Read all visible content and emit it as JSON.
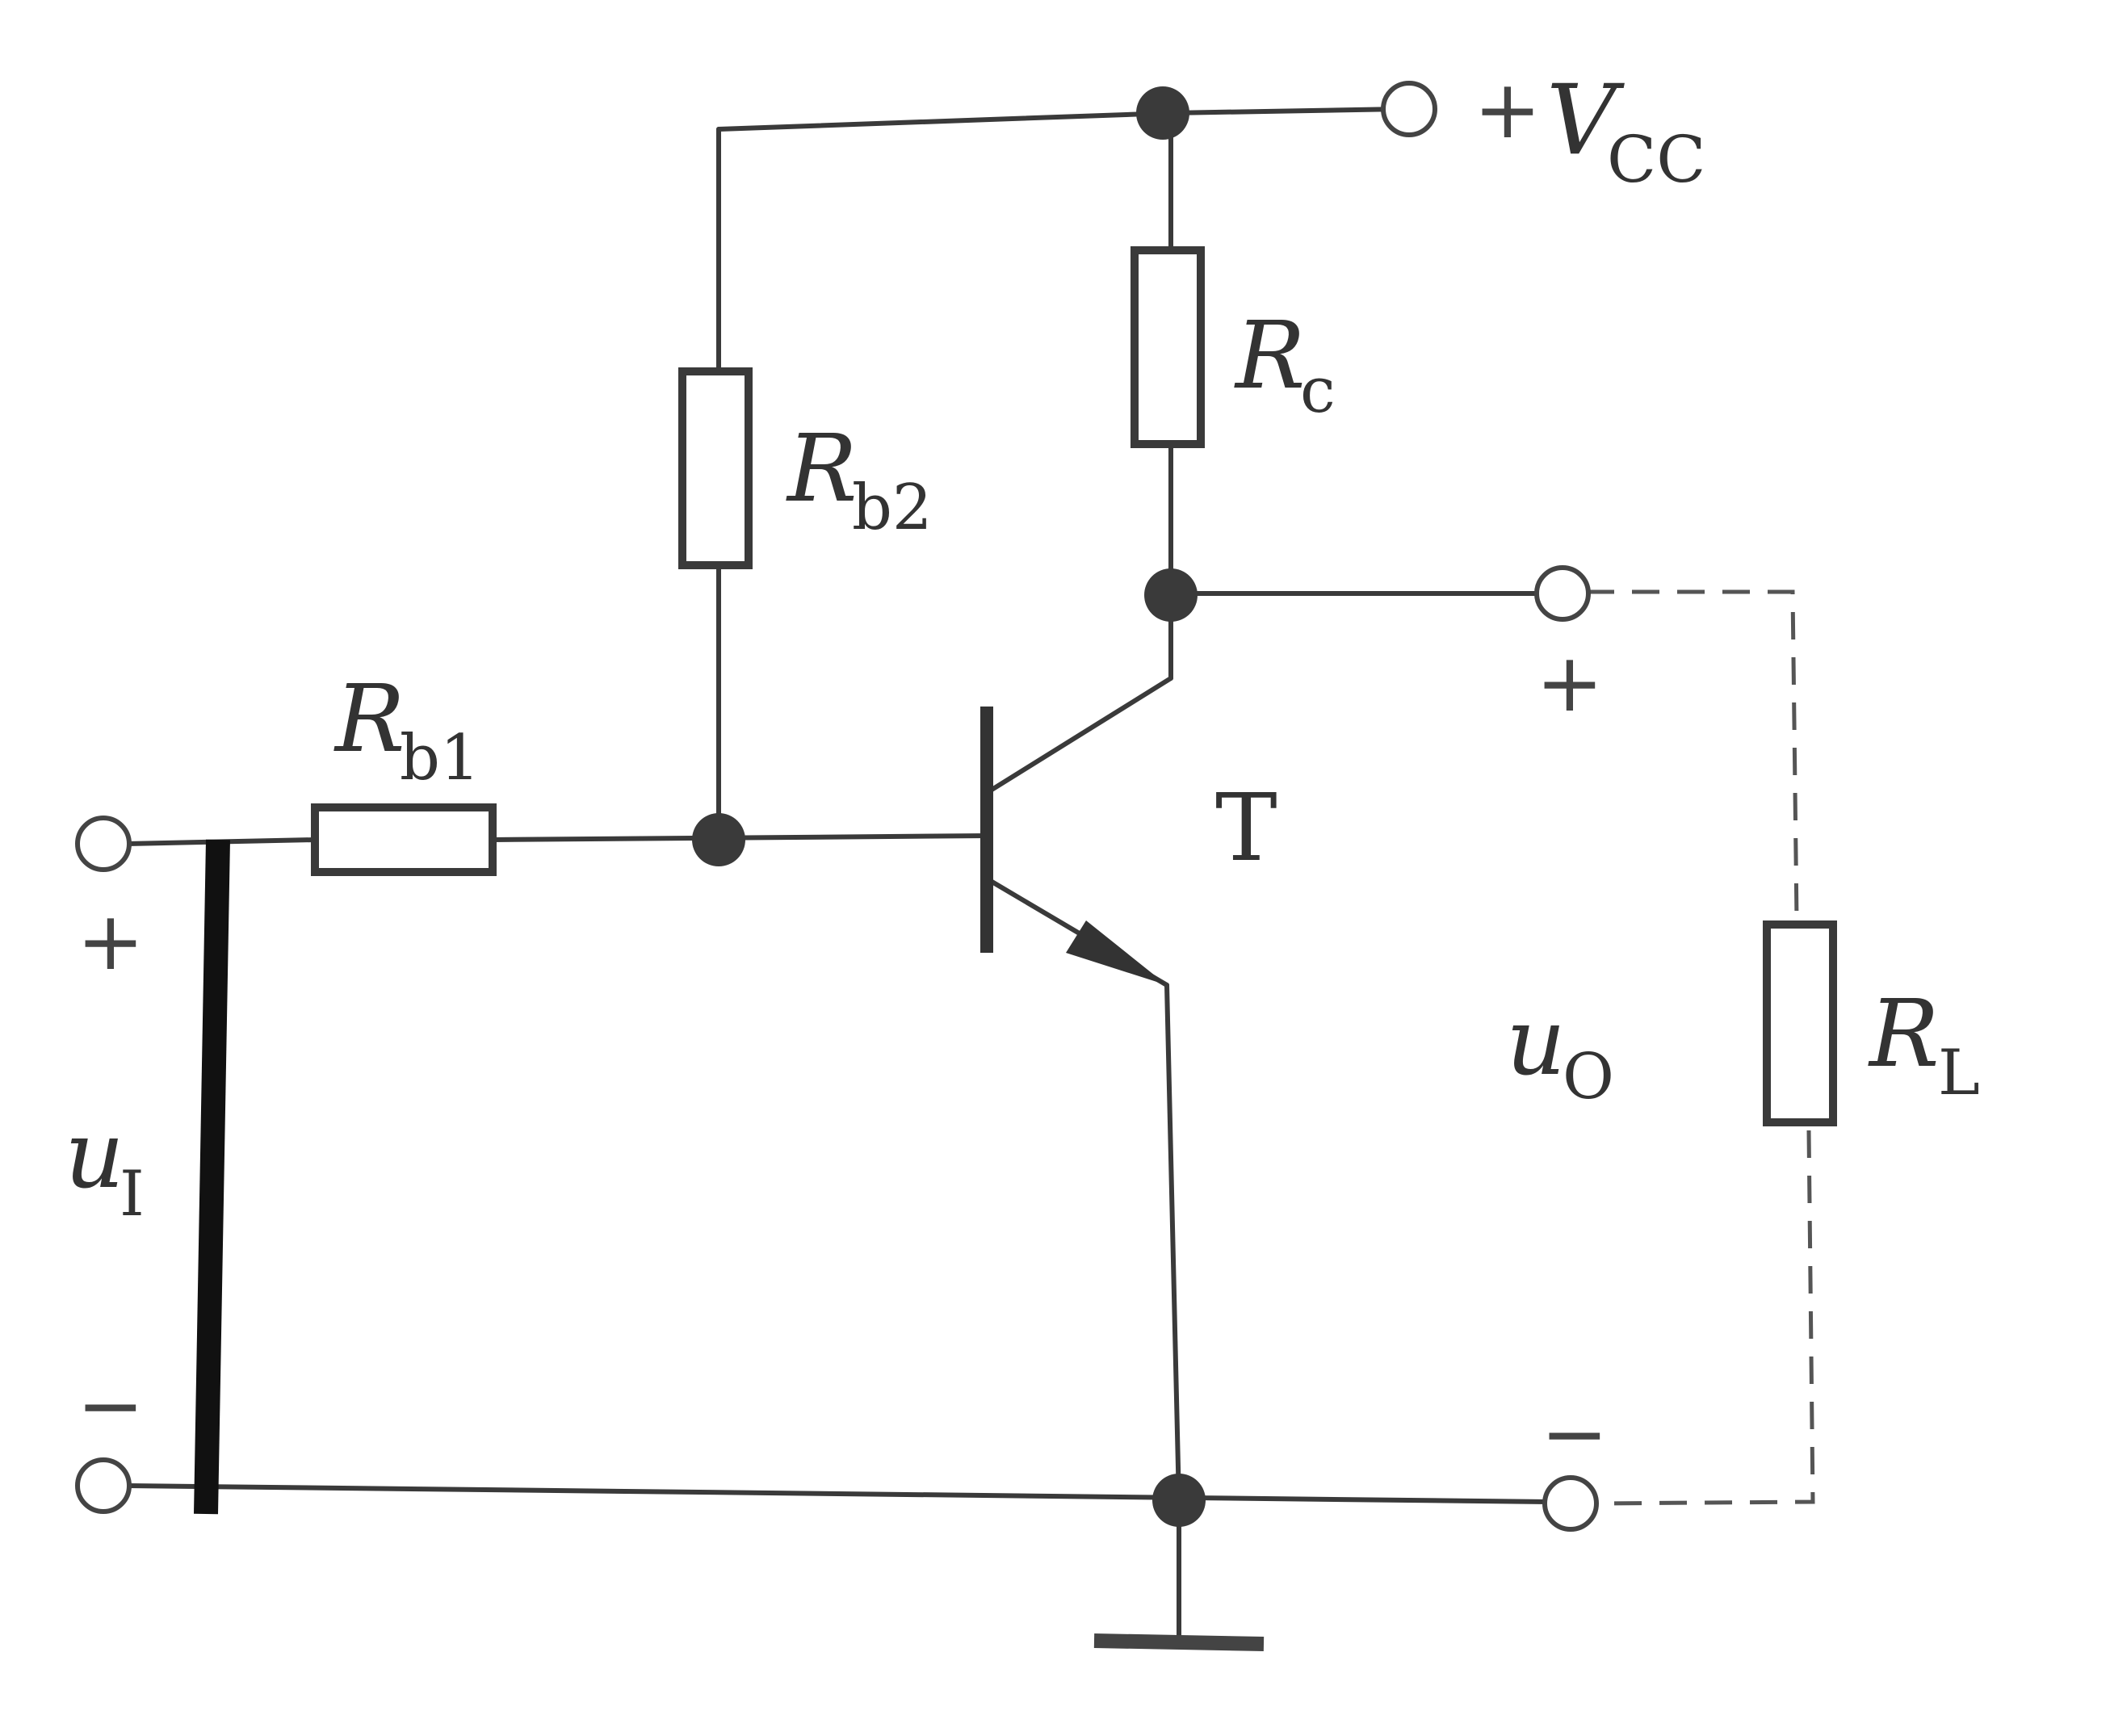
{
  "labels": {
    "vcc_plus": "+",
    "vcc_main": "V",
    "vcc_sub": "CC",
    "rc_main": "R",
    "rc_sub": "c",
    "rb2_main": "R",
    "rb2_sub": "b2",
    "rb1_main": "R",
    "rb1_sub": "b1",
    "rl_main": "R",
    "rl_sub": "L",
    "transistor": "T",
    "ui_main": "u",
    "ui_sub": "I",
    "uo_main": "u",
    "uo_sub": "O",
    "in_plus": "+",
    "in_minus": "−",
    "out_plus": "+",
    "out_minus": "−"
  }
}
